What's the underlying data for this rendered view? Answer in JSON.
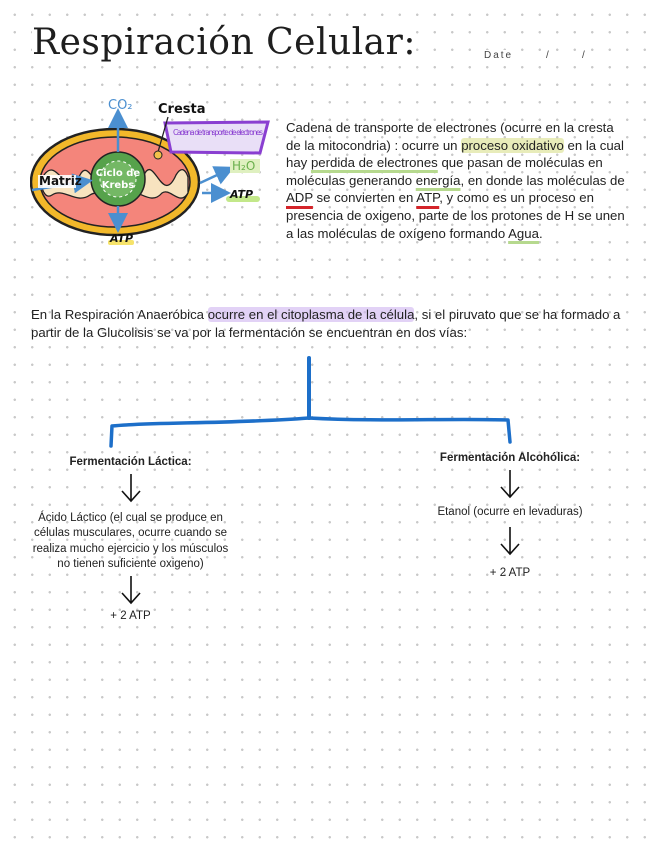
{
  "header": {
    "title": "Respiración Celular:",
    "date_label": "Date",
    "date_sep": "/"
  },
  "diagram": {
    "co2": "CO₂",
    "cresta": "Cresta",
    "cadena": "Cadena de transporte de electrones",
    "h2o": "H₂O",
    "atp_right": "ATP",
    "atp_bottom": "ATP",
    "matriz": "Matriz",
    "ciclo": "Ciclo de Krebs",
    "colors": {
      "outer": "#f2b82a",
      "inner": "#f4857b",
      "krebs": "#56a24b",
      "arrow": "#4b8fd0",
      "purple": "#8a3fd1"
    }
  },
  "paragraph1": {
    "t1": "Cadena de transporte de electrones (ocurre en la cresta de la mitocondria) : ocurre un ",
    "h1": "proceso oxidativo",
    "t2": " en la cual hay ",
    "h2": "perdida de electrones",
    "t3": " que pasan de moléculas en moléculas generando ",
    "h3": "energía",
    "t4": ", en donde las moléculas de ",
    "h4": "ADP",
    "t5": " se convierten en ",
    "h5": "ATP",
    "t6": ", y como es un proceso en presencia de oxigeno, parte de los protones de H se unen a las moléculas de oxígeno formando ",
    "h6": "Agua",
    "t7": "."
  },
  "paragraph2": {
    "t1": "En la Respiración Anaeróbica ",
    "h1": "ocurre en el citoplasma de la célula",
    "t2": ", si el piruvato que se ha formado a partir de la Glucolisis se va por la fermentación se encuentran en dos vías:"
  },
  "lactica": {
    "heading": "Fermentación Láctica:",
    "product": "Ácido Láctico (el cual se produce en células musculares, ocurre cuando se realiza mucho ejercicio y los músculos no tienen suficiente oxigeno)",
    "atp": "+ 2 ATP"
  },
  "alcoholica": {
    "heading": "Fermentación Alcohólica:",
    "product": "Etanol (ocurre en levaduras)",
    "atp": "+ 2 ATP"
  }
}
